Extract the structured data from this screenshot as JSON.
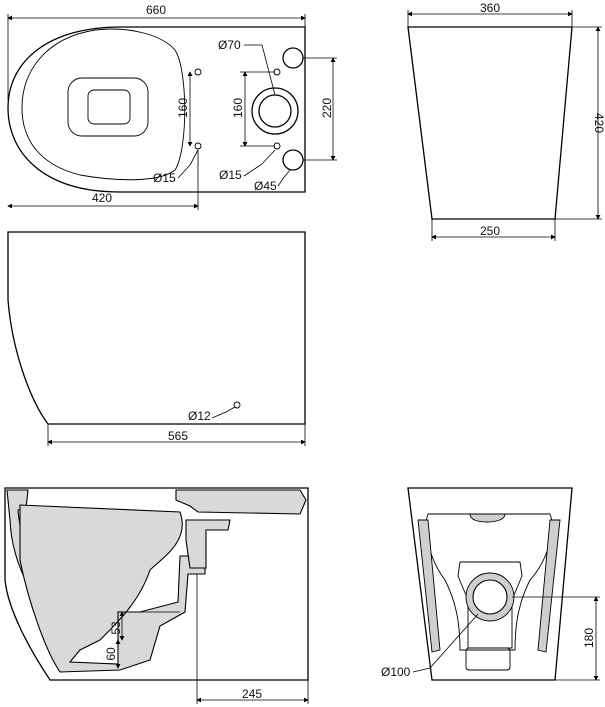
{
  "top_view": {
    "width": "660",
    "seat_width": "420",
    "hole_spacing_left": "160",
    "hole_spacing_center": "160",
    "hole_spacing_right": "220",
    "hole_small_left": "Ø15",
    "hole_small_center": "Ø15",
    "outlet": "Ø70",
    "pipe": "Ø45"
  },
  "front_view": {
    "top_width": "360",
    "height": "420",
    "bottom_width": "250"
  },
  "side_view": {
    "length": "565",
    "hole": "Ø12"
  },
  "section_view": {
    "dim_53": "53",
    "dim_60": "60",
    "outlet_offset": "245"
  },
  "rear_view": {
    "outlet_diameter": "Ø100",
    "outlet_height": "180"
  }
}
